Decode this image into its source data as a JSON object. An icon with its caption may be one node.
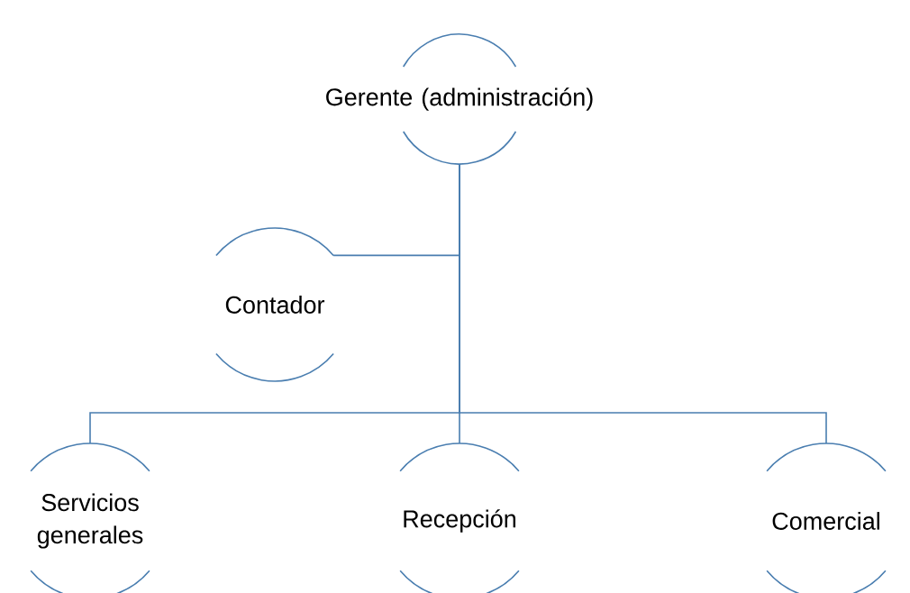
{
  "diagram": {
    "nodes": [
      {
        "text": [
          "Gerente (administración)"
        ]
      },
      {
        "text": [
          "Contador"
        ]
      },
      {
        "text": [
          "Servicios generales"
        ]
      },
      {
        "text": [
          "Recepción"
        ]
      },
      {
        "text": [
          "Comercial"
        ]
      }
    ],
    "edges": [
      {
        "from": 0,
        "to": 1,
        "arrow": "none"
      },
      {
        "from": 0,
        "to": 2,
        "arrow": "none"
      },
      {
        "from": 0,
        "to": 3,
        "arrow": "none"
      },
      {
        "from": 0,
        "to": 4,
        "arrow": "none"
      }
    ]
  }
}
